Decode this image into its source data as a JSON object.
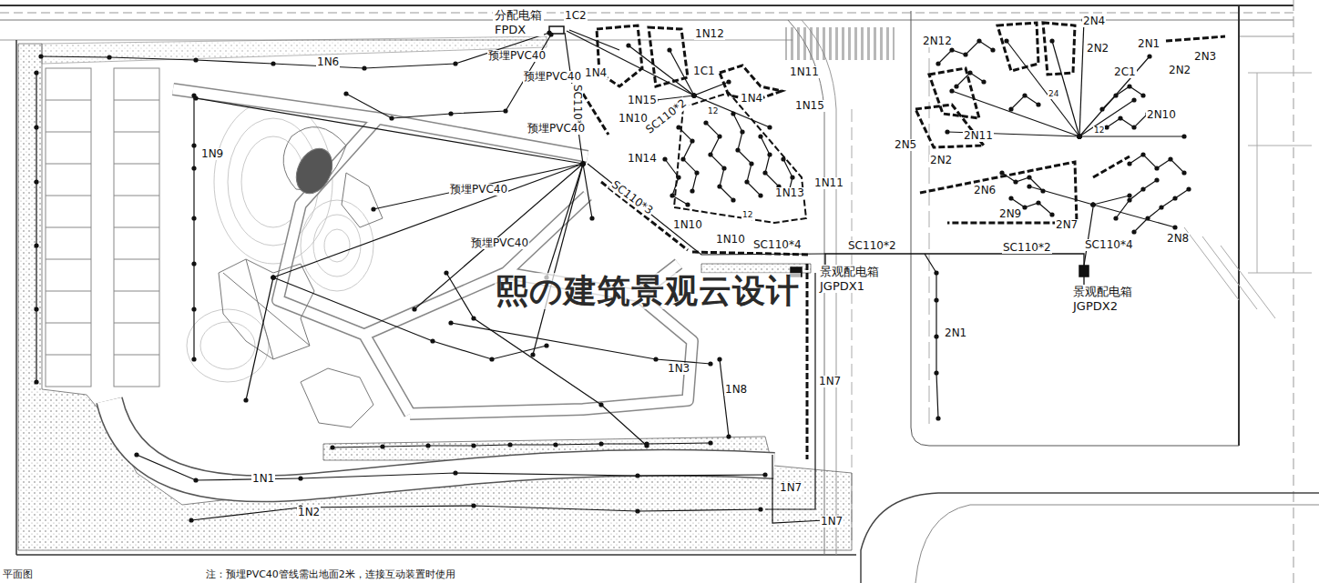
{
  "diagram": {
    "nodes": [
      {
        "text": [
          "分配电箱",
          "FPDX"
        ]
      },
      {
        "text": [
          "景观配电箱",
          "JGPDX1"
        ]
      },
      {
        "text": [
          "景观配电箱",
          "JGPDX2"
        ]
      }
    ],
    "edges": [
      {
        "from": 1,
        "to": 2,
        "label": "SC110*2",
        "arrow": "none"
      }
    ],
    "labels": [
      "1C2",
      "1N6",
      "预埋PVC40",
      "预埋PVC40",
      "SC110*2",
      "预埋PVC40",
      "1N12",
      "1N4",
      "1C1",
      "1N11",
      "1N15",
      "1N4",
      "1N15",
      "1N10",
      "SC110*2",
      "1N14",
      "1N11",
      "SC110*3",
      "1N13",
      "预埋PVC40",
      "1N9",
      "1N10",
      "1N10",
      "SC110*4",
      "SC110*2",
      "SC110*4",
      "预埋PVC40",
      "1N3",
      "1N8",
      "1N7",
      "1N1",
      "1N7",
      "1N2",
      "1N7",
      "2N4",
      "2N12",
      "2N2",
      "2N1",
      "2N3",
      "2C1",
      "2N2",
      "2N10",
      "2N11",
      "2N5",
      "2N2",
      "2N6",
      "2N9",
      "2N7",
      "2N8",
      "2N1",
      "熙の建筑景观云设计",
      "平面图",
      "注：预埋PVC40管线需出地面2米，连接互动装置时使用",
      "12",
      "12",
      "24",
      "12"
    ]
  }
}
